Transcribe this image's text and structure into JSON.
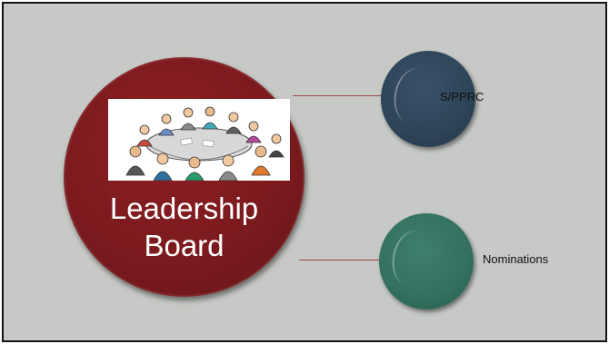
{
  "diagram": {
    "main_node": {
      "label_line1": "Leadership",
      "label_line2": "Board",
      "color": "#7b1a1e",
      "image_description_icon": "meeting-sketch-icon"
    },
    "child_nodes": [
      {
        "label": "S/PPRC",
        "color": "#2e4459"
      },
      {
        "label": "Nominations",
        "color": "#33705f"
      }
    ],
    "connector_color": "#9a4a4a",
    "background_color": "#c6c9c5"
  }
}
